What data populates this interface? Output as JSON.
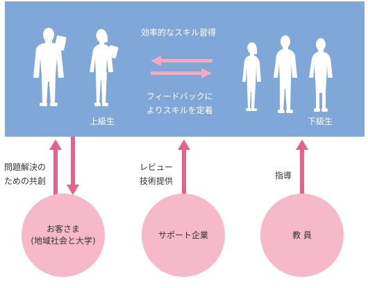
{
  "panel": {
    "top_arrow_label": "効率的なスキル習得",
    "bottom_arrow_label_line1": "フィードバックに",
    "bottom_arrow_label_line2": "よりスキルを定着",
    "senior_label": "上級生",
    "junior_label": "下級生"
  },
  "links": {
    "customer_link_line1": "問題解決の",
    "customer_link_line2": "ための共創",
    "support_link_line1": "レビュー",
    "support_link_line2": "技術提供",
    "teacher_link": "指導"
  },
  "nodes": {
    "customer_line1": "お客さま",
    "customer_line2": "(地域社会と大学)",
    "support_company": "サポート企業",
    "teacher": "教 員"
  },
  "colors": {
    "panel_blue": "#7fa7d8",
    "arrow_light_pink": "#f4a9bf",
    "arrow_pink": "#e8608c",
    "circle_pink": "#f5b9ca",
    "silhouette": "#ffffff"
  }
}
